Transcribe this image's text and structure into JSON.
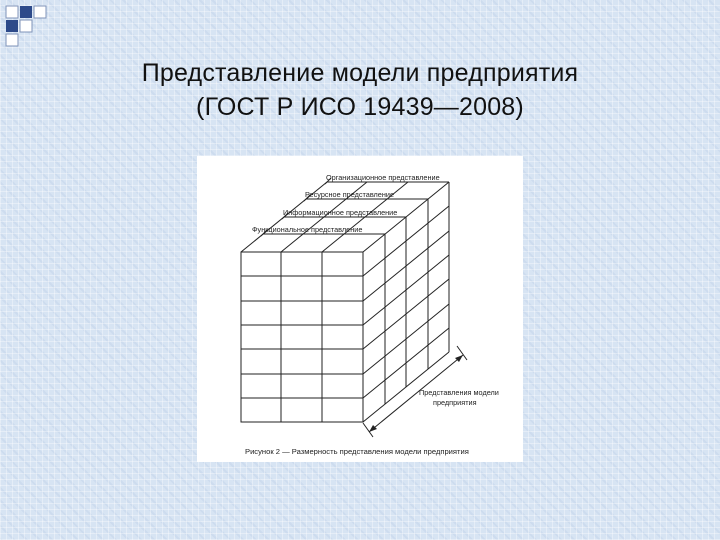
{
  "slide": {
    "title_line1": "Представление модели предприятия",
    "title_line2": "(ГОСТ Р ИСО 19439—2008)"
  },
  "diagram": {
    "views": {
      "organizational": "Организационное представление",
      "resource": "Ресурсное представление",
      "information": "Информационное представление",
      "functional": "Функциональное представление"
    },
    "axis_label_line1": "Представления модели",
    "axis_label_line2": "предприятия",
    "caption": "Рисунок  2 — Размерность представления  модели  предприятия"
  }
}
